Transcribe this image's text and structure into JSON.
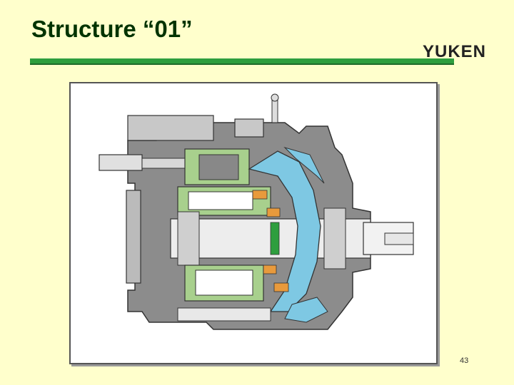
{
  "slide": {
    "title": "Structure “01”",
    "page_number": "43"
  },
  "logo": {
    "text": "YUKEN"
  },
  "figure": {
    "description_icon": "pump-cross-section-icon"
  },
  "colors": {
    "background": "#FFFFCC",
    "title": "#003300",
    "rule": "#2E9E3E",
    "housing": "#808080",
    "swashplate": "#7EC8E3",
    "piston": "#A8D08D"
  }
}
